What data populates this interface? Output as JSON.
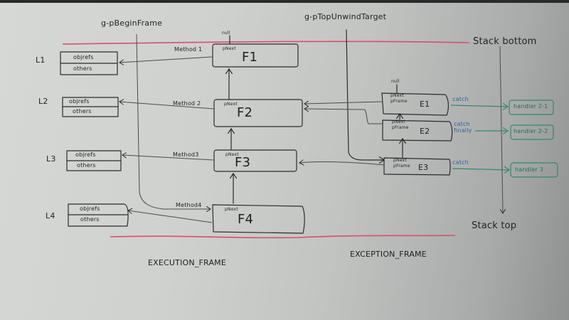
{
  "pointers": {
    "begin_frame": "g-pBeginFrame",
    "top_unwind_target": "g-pTopUnwindTarget"
  },
  "stack": {
    "bottom_label": "Stack bottom",
    "top_label": "Stack top"
  },
  "locals": [
    {
      "label": "L1",
      "fields": [
        "objrefs",
        "others"
      ]
    },
    {
      "label": "L2",
      "fields": [
        "objrefs",
        "others"
      ]
    },
    {
      "label": "L3",
      "fields": [
        "objrefs",
        "others"
      ]
    },
    {
      "label": "L4",
      "fields": [
        "objrefs",
        "others"
      ]
    }
  ],
  "methods": [
    "Method 1",
    "Method 2",
    "Method3",
    "Method4"
  ],
  "execution_frames": [
    {
      "name": "F1",
      "field": "pNext",
      "next": "null"
    },
    {
      "name": "F2",
      "field": "pNext"
    },
    {
      "name": "F3",
      "field": "pNext"
    },
    {
      "name": "F4",
      "field": "pNext"
    }
  ],
  "exception_frames": [
    {
      "name": "E1",
      "fields": [
        "pNext",
        "pFrame"
      ],
      "next": "null",
      "clause": "catch",
      "handler": "handler 2-1"
    },
    {
      "name": "E2",
      "fields": [
        "pNext",
        "pFrame"
      ],
      "clause": "catch finally",
      "clause_lines": [
        "catch",
        "finally"
      ],
      "handler": "handler 2-2"
    },
    {
      "name": "E3",
      "fields": [
        "pNext",
        "pFrame"
      ],
      "clause": "catch",
      "handler": "handler 3"
    }
  ],
  "section_labels": {
    "execution": "EXECUTION_FRAME",
    "exception": "EXCEPTION_FRAME"
  },
  "colors": {
    "marker_black": "#2b2b2b",
    "marker_red": "#d8506a",
    "marker_green": "#2f8a6a",
    "marker_blue": "#2a5fa8"
  }
}
